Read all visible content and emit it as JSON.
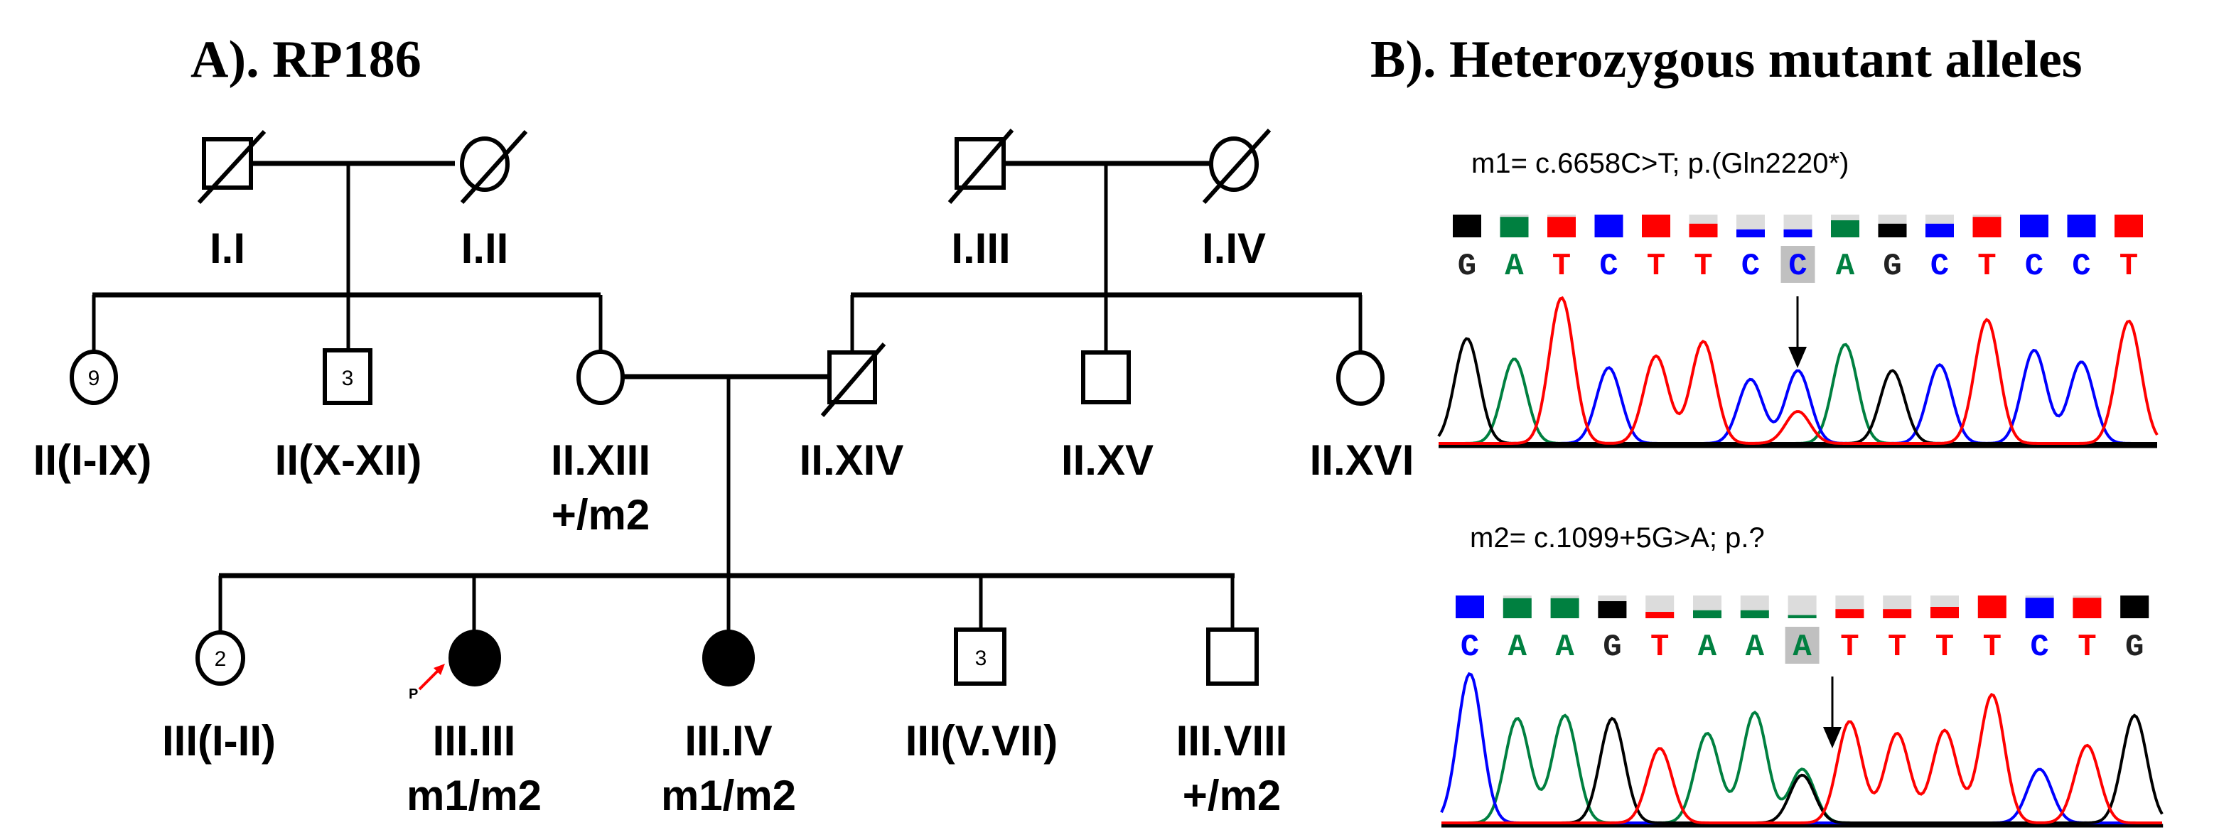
{
  "panel_a": {
    "title": "A). RP186",
    "generations": {
      "I": [
        {
          "id": "I.I",
          "label": "I.I",
          "sex": "male",
          "deceased": true,
          "affected": false
        },
        {
          "id": "I.II",
          "label": "I.II",
          "sex": "female",
          "deceased": true,
          "affected": false
        },
        {
          "id": "I.III",
          "label": "I.III",
          "sex": "male",
          "deceased": true,
          "affected": false
        },
        {
          "id": "I.IV",
          "label": "I.IV",
          "sex": "female",
          "deceased": true,
          "affected": false
        }
      ],
      "II": [
        {
          "id": "II(I-IX)",
          "label": "II(I-IX)",
          "sex": "female",
          "count": "9",
          "affected": false
        },
        {
          "id": "II(X-XII)",
          "label": "II(X-XII)",
          "sex": "male",
          "count": "3",
          "affected": false
        },
        {
          "id": "II.XIII",
          "label": "II.XIII",
          "genotype": "+/m2",
          "sex": "female",
          "affected": false
        },
        {
          "id": "II.XIV",
          "label": "II.XIV",
          "sex": "male",
          "deceased": true,
          "affected": false
        },
        {
          "id": "II.XV",
          "label": "II.XV",
          "sex": "male",
          "affected": false
        },
        {
          "id": "II.XVI",
          "label": "II.XVI",
          "sex": "female",
          "affected": false
        }
      ],
      "III": [
        {
          "id": "III(I-II)",
          "label": "III(I-II)",
          "sex": "female",
          "count": "2",
          "affected": false
        },
        {
          "id": "III.III",
          "label": "III.III",
          "genotype": "m1/m2",
          "sex": "female",
          "affected": true,
          "proband": true
        },
        {
          "id": "III.IV",
          "label": "III.IV",
          "genotype": "m1/m2",
          "sex": "female",
          "affected": true
        },
        {
          "id": "III(V.VII)",
          "label": "III(V.VII)",
          "sex": "male",
          "count": "3",
          "affected": false
        },
        {
          "id": "III.VIII",
          "label": "III.VIII",
          "genotype": "+/m2",
          "sex": "male",
          "affected": false
        }
      ]
    },
    "proband_marker": "P",
    "proband_arrow_color": "#ff0000"
  },
  "panel_b": {
    "title": "B). Heterozygous mutant alleles",
    "colors": {
      "A": "#008040",
      "C": "#0000ff",
      "G": "#000000",
      "T": "#ff0000",
      "highlight": "#c0c0c0",
      "quality_bg": "#dcdcdc"
    },
    "m1": {
      "caption": "m1= c.6658C>T; p.(Gln2220*)",
      "sequence": [
        "G",
        "A",
        "T",
        "C",
        "T",
        "T",
        "C",
        "C",
        "A",
        "G",
        "C",
        "T",
        "C",
        "C",
        "T"
      ],
      "quality": [
        1.0,
        0.9,
        0.9,
        1.0,
        1.0,
        0.6,
        0.35,
        0.35,
        0.75,
        0.6,
        0.6,
        0.9,
        1.0,
        1.0,
        1.0
      ],
      "highlight_index": 7,
      "peaks": [
        {
          "base": "G",
          "height": 0.72
        },
        {
          "base": "A",
          "height": 0.58
        },
        {
          "base": "T",
          "height": 1.0
        },
        {
          "base": "C",
          "height": 0.52
        },
        {
          "base": "T",
          "height": 0.6
        },
        {
          "base": "T",
          "height": 0.7
        },
        {
          "base": "C",
          "height": 0.44
        },
        {
          "base": "C",
          "height": 0.5
        },
        {
          "base": "A",
          "height": 0.68
        },
        {
          "base": "G",
          "height": 0.5
        },
        {
          "base": "C",
          "height": 0.54
        },
        {
          "base": "T",
          "height": 0.85
        },
        {
          "base": "C",
          "height": 0.64
        },
        {
          "base": "C",
          "height": 0.56
        },
        {
          "base": "T",
          "height": 0.84
        }
      ],
      "secondary_peaks": [
        {
          "index": 7,
          "base": "T",
          "height": 0.22
        }
      ]
    },
    "m2": {
      "caption": "m2= c.1099+5G>A; p.?",
      "sequence": [
        "C",
        "A",
        "A",
        "G",
        "T",
        "A",
        "A",
        "A",
        "T",
        "T",
        "T",
        "T",
        "C",
        "T",
        "G"
      ],
      "quality": [
        1.0,
        0.88,
        0.88,
        0.75,
        0.28,
        0.35,
        0.35,
        0.14,
        0.4,
        0.4,
        0.5,
        1.0,
        0.9,
        0.9,
        1.0
      ],
      "highlight_index": 7,
      "peaks": [
        {
          "base": "C",
          "height": 1.0
        },
        {
          "base": "A",
          "height": 0.7
        },
        {
          "base": "A",
          "height": 0.72
        },
        {
          "base": "G",
          "height": 0.6
        },
        {
          "base": "T",
          "height": 0.5
        },
        {
          "base": "A",
          "height": 0.6
        },
        {
          "base": "A",
          "height": 0.74
        },
        {
          "base": "A",
          "height": 0.36
        },
        {
          "base": "T",
          "height": 0.68
        },
        {
          "base": "T",
          "height": 0.6
        },
        {
          "base": "T",
          "height": 0.62
        },
        {
          "base": "T",
          "height": 0.86
        },
        {
          "base": "C",
          "height": 0.36
        },
        {
          "base": "T",
          "height": 0.52
        },
        {
          "base": "G",
          "height": 0.72
        }
      ],
      "secondary_peaks": [
        {
          "index": 7,
          "base": "G",
          "height": 0.32
        },
        {
          "index": 3,
          "base": "G",
          "height": 0.1
        }
      ]
    }
  }
}
